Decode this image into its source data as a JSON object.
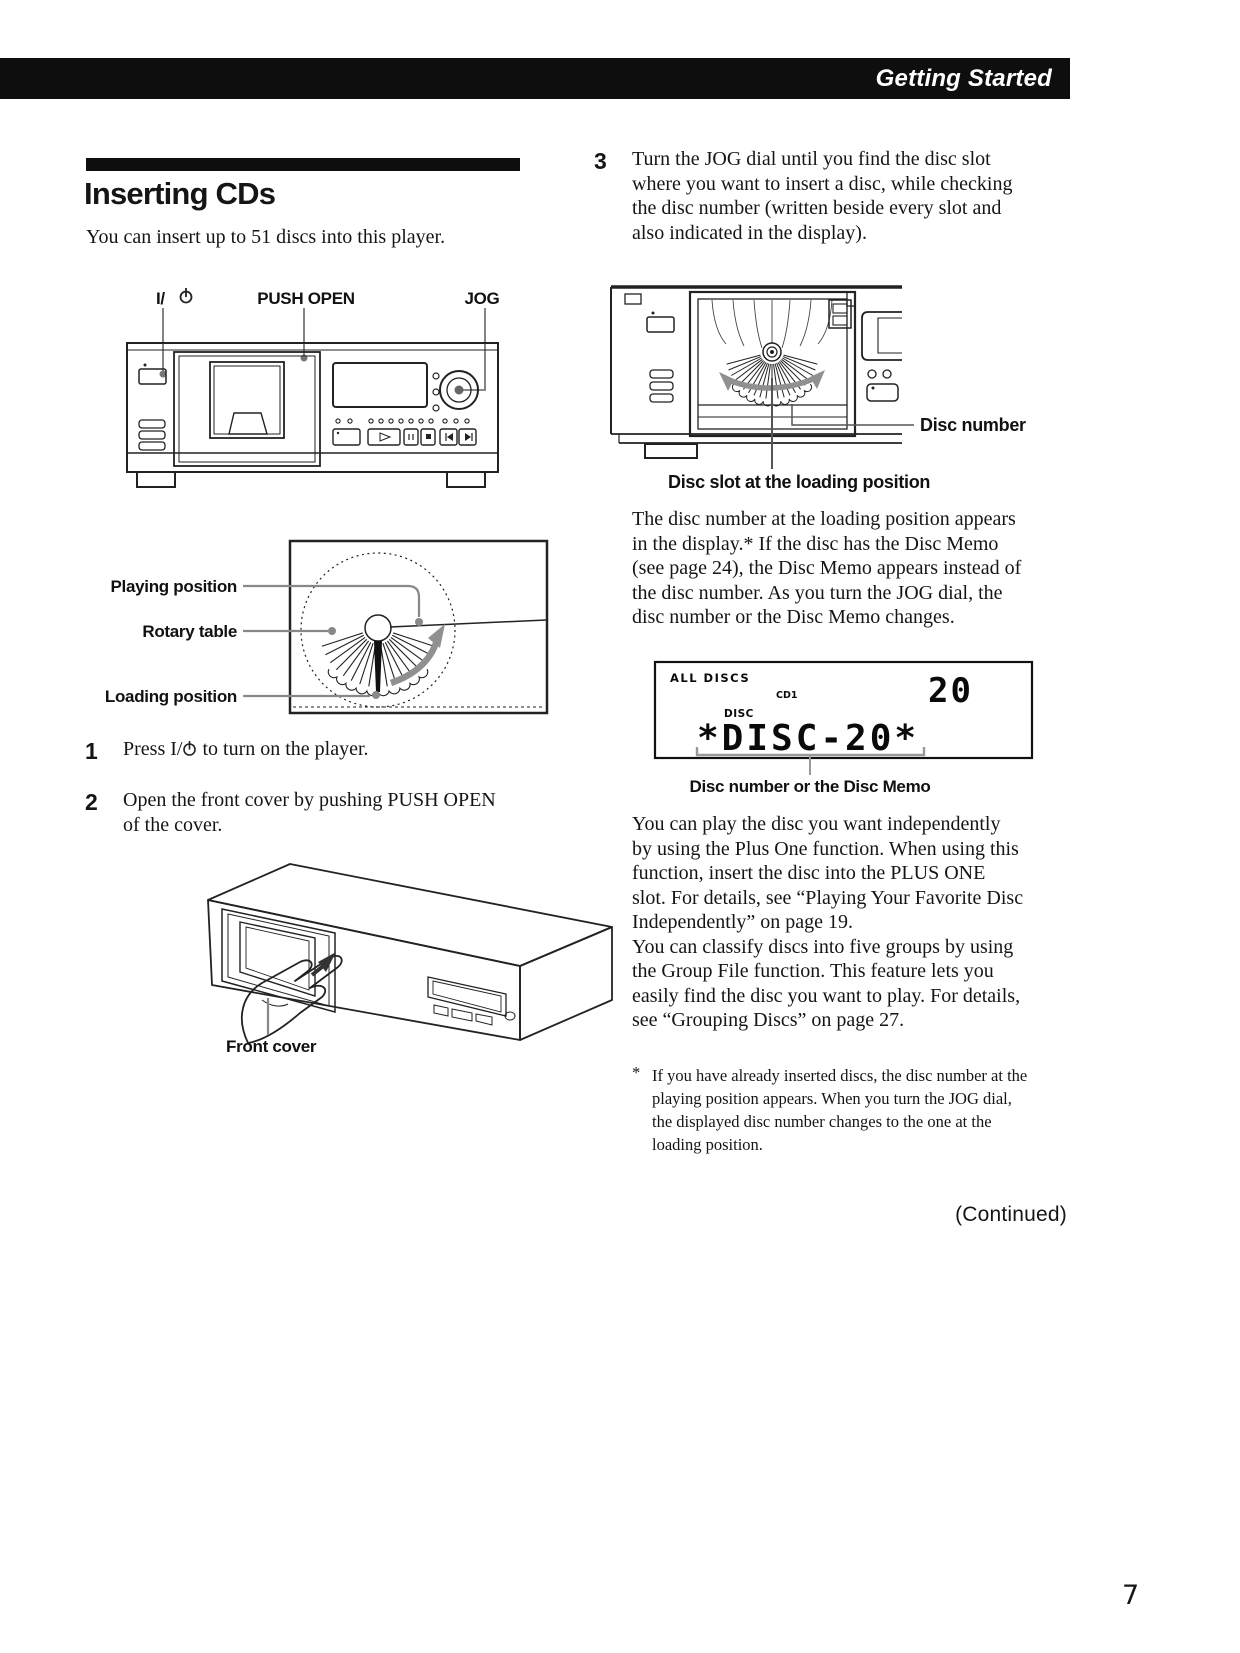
{
  "header": {
    "title": "Getting Started"
  },
  "section": {
    "title": "Inserting CDs",
    "intro": "You can insert up to 51 discs into this player."
  },
  "fig_front_panel": {
    "power_label": "I/",
    "push_open_label": "PUSH OPEN",
    "jog_label": "JOG"
  },
  "fig_rotary": {
    "playing_label": "Playing position",
    "rotary_label": "Rotary table",
    "loading_label": "Loading position"
  },
  "fig_front_cover": {
    "label": "Front cover"
  },
  "fig_open_player": {
    "disc_number_label": "Disc number",
    "disc_slot_label": "Disc slot at the loading position"
  },
  "steps": {
    "step1_num": "1",
    "step1_pre": "Press I/",
    "step1_post": " to turn on the player.",
    "step2_num": "2",
    "step2_text": "Open the front cover by pushing PUSH OPEN of the cover.",
    "step3_num": "3",
    "step3_text": "Turn the JOG dial until you find the disc slot where you want to insert a disc, while checking the disc number (written beside every slot and also indicated in the display)."
  },
  "paragraphs": {
    "p1": "The disc number at the loading position appears in the display.* If the disc has the Disc Memo (see page 24), the Disc Memo appears instead of the disc number. As you turn the JOG dial, the disc number or the Disc Memo changes.",
    "p2a": "You can play the disc you want independently by using the Plus One function. When using this function, insert the disc into the PLUS ONE slot. For details, see “Playing Your Favorite Disc Independently” on page 19.",
    "p2b": "You can classify discs into five groups by using the Group File function. This feature lets you easily find the disc you want to play. For details, see “Grouping Discs” on page 27.",
    "footnote_mark": "*",
    "footnote": "If you have already inserted discs, the disc number at the playing position appears. When you turn the JOG dial, the displayed disc number changes to the one at the loading position."
  },
  "display": {
    "all_discs": "ALL DISCS",
    "cd1": "CD1",
    "disc": "DISC",
    "memo": "*DISC-20*",
    "number": "20",
    "caption": "Disc number or the Disc Memo"
  },
  "footer": {
    "continued": "(Continued)",
    "page_number": "7"
  },
  "colors": {
    "header_bar": "#0e0e0e",
    "leader_gray": "#888888",
    "arrow_gray": "#909090"
  }
}
